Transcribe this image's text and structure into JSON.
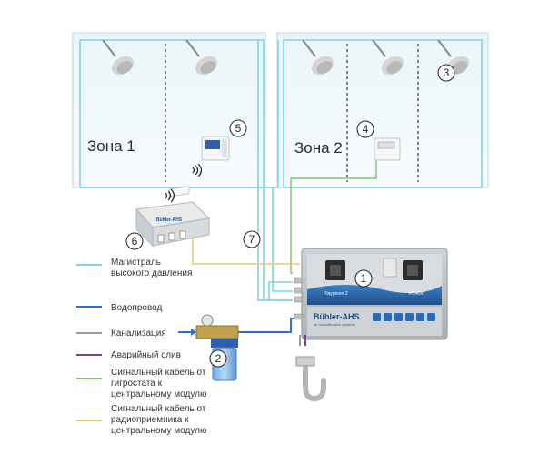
{
  "zones": [
    {
      "label": "Зона 1"
    },
    {
      "label": "Зона 2"
    }
  ],
  "callouts": [
    "1",
    "2",
    "3",
    "4",
    "5",
    "6",
    "7"
  ],
  "device": {
    "brand": "Bühler-AHS",
    "sub": "air humidification systems",
    "left_badge": "Playgreen 2",
    "right_badge": "PC40V"
  },
  "receiver": {
    "brand": "Bühler-AHS"
  },
  "legend": [
    {
      "lines": [
        "Магистраль",
        "высокого давления"
      ],
      "color": "#7fd3e6"
    },
    {
      "lines": [
        "Водопровод"
      ],
      "color": "#2a6fd6"
    },
    {
      "lines": [
        "Канализация"
      ],
      "color": "#9a9a9a"
    },
    {
      "lines": [
        "Аварийный слив"
      ],
      "color": "#7a3f9a"
    },
    {
      "lines": [
        "Сигнальный кабель от",
        "гигростата к",
        "центральному модулю"
      ],
      "color": "#7cc46a"
    },
    {
      "lines": [
        "Сигнальный кабель от",
        "радиоприемника к",
        "центральному модулю"
      ],
      "color": "#f0c56a"
    }
  ],
  "colors": {
    "high_pressure": "#7fd3e6",
    "water": "#2a6fd6",
    "sewer": "#9a9a9a",
    "emergency": "#7a3f9a",
    "hygro_cable": "#7cc46a",
    "radio_cable": "#f0c56a"
  }
}
